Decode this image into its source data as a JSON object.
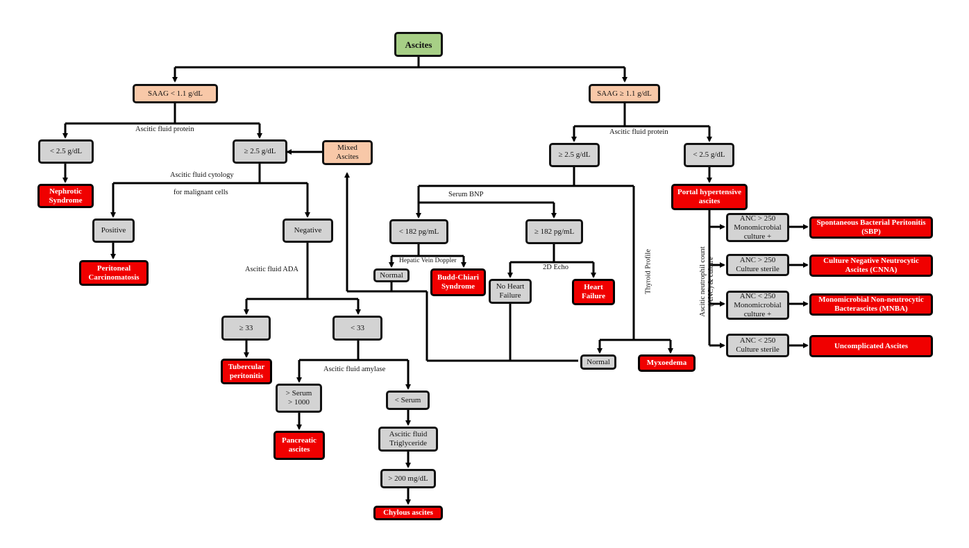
{
  "nodes": {
    "ascites": "Ascites",
    "saag_low": "SAAG < 1.1 g/dL",
    "saag_high": "SAAG ≥ 1.1 g/dL",
    "low_lt25": "< 2.5 g/dL",
    "low_ge25": "≥ 2.5 g/dL",
    "mixed": "Mixed\nAscites",
    "nephrotic": "Nephrotic\nSyndrome",
    "positive": "Positive",
    "negative": "Negative",
    "peritoneal_carc": "Peritoneal\nCarcinomatosis",
    "ada_ge33": "≥ 33",
    "ada_lt33": "< 33",
    "tubercular": "Tubercular\nperitonitis",
    "gt_serum": "> Serum\n> 1000",
    "lt_serum": "< Serum",
    "pancreatic": "Pancreatic\nascites",
    "triglyceride": "Ascitic fluid\nTriglyceride",
    "gt200": "> 200 mg/dL",
    "chylous": "Chylous ascites",
    "high_ge25": "≥ 2.5 g/dL",
    "high_lt25": "< 2.5 g/dL",
    "bnp_lt182": "< 182 pg/mL",
    "bnp_ge182": "≥ 182 pg/mL",
    "normal_doppler": "Normal",
    "budd_chiari": "Budd-Chiari\nSyndrome",
    "no_hf": "No Heart\nFailure",
    "hf": "Heart\nFailure",
    "normal_thyroid": "Normal",
    "myxoedema": "Myxoedema",
    "portal": "Portal hypertensive\nascites",
    "anc1": "ANC > 250\nMonomicrobial\nculture +",
    "anc2": "ANC > 250\nCulture sterile",
    "anc3": "ANC < 250\nMonomicrobial\nculture +",
    "anc4": "ANC < 250\nCulture sterile",
    "sbp": "Spontaneous Bacterial Peritonitis\n(SBP)",
    "cnna": "Culture Negative Neutrocytic\nAscites (CNNA)",
    "mnba": "Monomicrobial Non-neutrocytic\nBacterascites (MNBA)",
    "uncomplicated": "Uncomplicated Ascites"
  },
  "labels": {
    "protein_left": "Ascitic fluid protein",
    "protein_right": "Ascitic fluid protein",
    "cytology_1": "Ascitic fluid cytology",
    "cytology_2": "for malignant cells",
    "ada": "Ascitic fluid ADA",
    "amylase": "Ascitic fluid amylase",
    "bnp": "Serum BNP",
    "doppler": "Hepatic Vein Doppler",
    "echo": "2D Echo",
    "thyroid": "Thyroid Profile",
    "anc_culture": "Ascitic neutrophil count\n(ANC) & culture"
  },
  "colors": {
    "root": "#a7cf86",
    "saag_and_mixed": "#f8c8a8",
    "test_node": "#d3d3d3",
    "diagnosis": "#f00000"
  }
}
